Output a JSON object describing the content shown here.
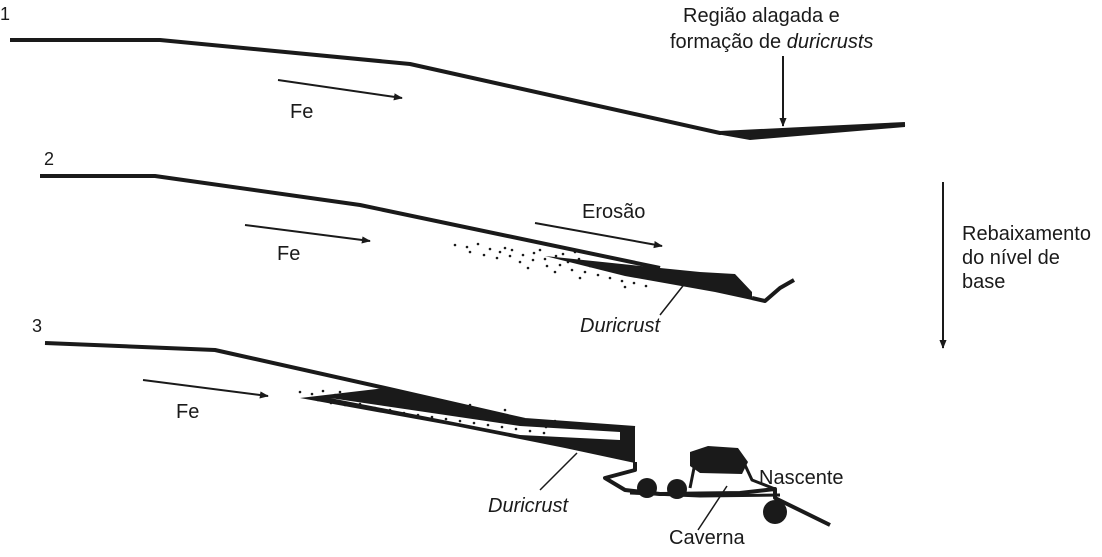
{
  "stages": [
    {
      "number": "1",
      "fe_label": "Fe",
      "annotation": {
        "line1": "Região alagada e",
        "line2_prefix": "formação de ",
        "line2_italic": "duricrusts"
      }
    },
    {
      "number": "2",
      "fe_label": "Fe",
      "erosion_label": "Erosão",
      "duricrust_label": "Duricrust"
    },
    {
      "number": "3",
      "fe_label": "Fe",
      "duricrust_label": "Duricrust",
      "spring_label": "Nascente",
      "cave_label": "Caverna"
    }
  ],
  "side_annotation": {
    "line1": "Rebaixamento",
    "line2": "do nível de",
    "line3": "base"
  },
  "colors": {
    "ink": "#1a1a1a",
    "background": "#ffffff"
  }
}
